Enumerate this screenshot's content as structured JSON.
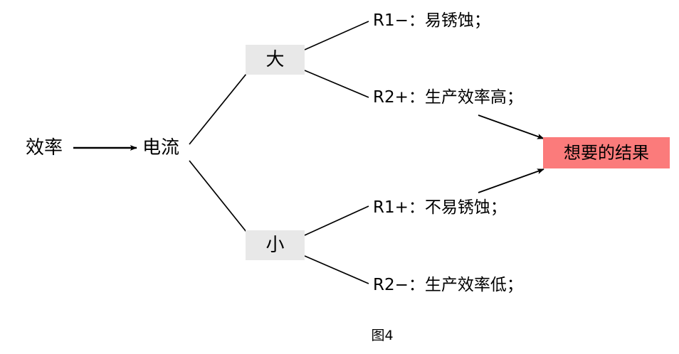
{
  "figure": {
    "caption": "图4",
    "colors": {
      "branch_box_bg": "#e8e8e8",
      "result_box_bg": "#fb7b7b",
      "line": "#000000",
      "text": "#000000",
      "background": "#ffffff"
    }
  },
  "nodes": {
    "source": {
      "label": "效率"
    },
    "parameter": {
      "label": "电流"
    },
    "branch_high": {
      "label": "大"
    },
    "branch_low": {
      "label": "小"
    },
    "result": {
      "label": "想要的结果"
    }
  },
  "outcomes": [
    {
      "id": "r1-minus",
      "label": "R1−：易锈蚀；",
      "code": "R1−",
      "text": "易锈蚀；",
      "branch": "大",
      "leads_to_result": false
    },
    {
      "id": "r2-plus",
      "label": "R2+：生产效率高；",
      "code": "R2+",
      "text": "生产效率高；",
      "branch": "大",
      "leads_to_result": true
    },
    {
      "id": "r1-plus",
      "label": "R1+：不易锈蚀；",
      "code": "R1+",
      "text": "不易锈蚀；",
      "branch": "小",
      "leads_to_result": true
    },
    {
      "id": "r2-minus",
      "label": "R2−：生产效率低；",
      "code": "R2−",
      "text": "生产效率低；",
      "branch": "小",
      "leads_to_result": false
    }
  ]
}
